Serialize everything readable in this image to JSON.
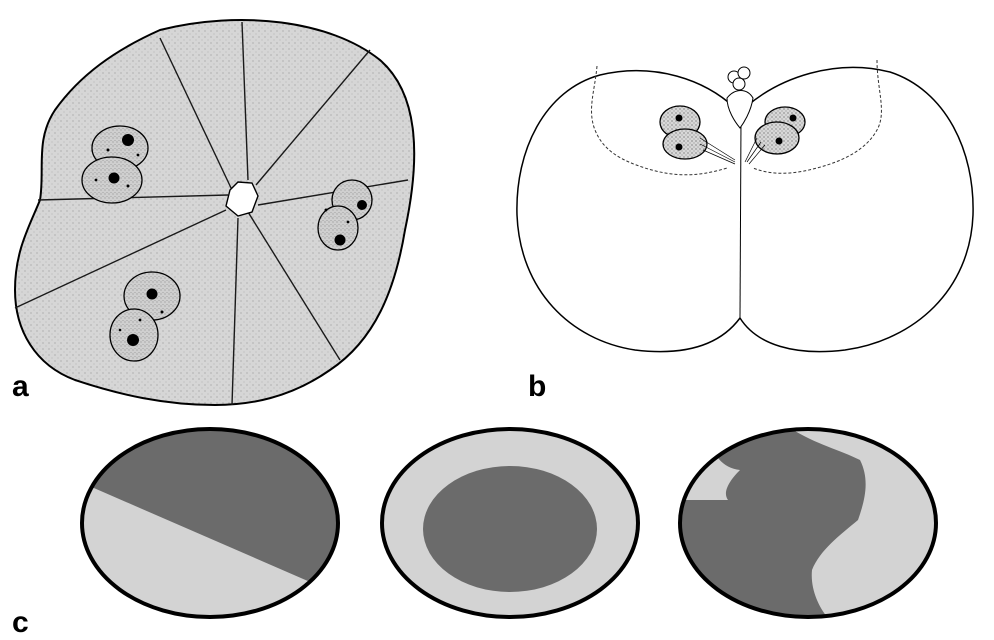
{
  "figure": {
    "panel_labels": {
      "a": "a",
      "b": "b",
      "c": "c"
    },
    "colors": {
      "stipple_fill": "#d4d4d4",
      "dark_region": "#6b6b6b",
      "light_region": "#d3d3d3",
      "outline": "#000000"
    },
    "panel_c_patterns": [
      "oblique-split",
      "concentric-core",
      "irregular-boundary"
    ]
  }
}
